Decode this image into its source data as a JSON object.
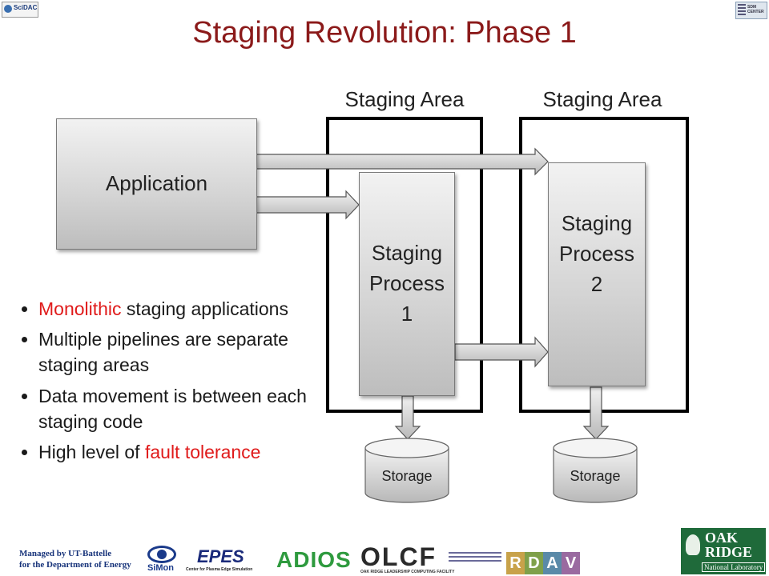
{
  "title": "Staging Revolution: Phase 1",
  "staging_areas": [
    {
      "label": "Staging Area"
    },
    {
      "label": "Staging Area"
    }
  ],
  "application_label": "Application",
  "process1": {
    "line1": "Staging",
    "line2": "Process",
    "line3": "1"
  },
  "process2": {
    "line1": "Staging",
    "line2": "Process",
    "line3": "2"
  },
  "storage_labels": [
    "Storage",
    "Storage"
  ],
  "bullets": [
    {
      "highlight": "Monolithic",
      "rest": " staging applications"
    },
    {
      "text": "Multiple pipelines are separate staging areas"
    },
    {
      "text": "Data movement is between each staging code"
    },
    {
      "prefix": "High level of ",
      "highlight": "fault tolerance"
    }
  ],
  "footer": {
    "line1": "Managed by UT-Battelle",
    "line2": "for the Department of Energy"
  },
  "logos": {
    "top_left": "SciDAC",
    "top_right": "SDM CENTER",
    "simon": "SiMon",
    "epes": "EPES",
    "epes_sub": "Center for Plasma Edge Simulation",
    "adios": "ADIOS",
    "olcf": "OLCF",
    "olcf_sub": "OAK RIDGE LEADERSHIP COMPUTING FACILITY",
    "rdav": [
      "R",
      "D",
      "A",
      "V"
    ],
    "ornl_1": "OAK",
    "ornl_2": "RIDGE",
    "ornl_3": "National Laboratory"
  },
  "colors": {
    "title": "#8b1a1a",
    "highlight": "#e01b1b",
    "footer": "#17337a"
  }
}
